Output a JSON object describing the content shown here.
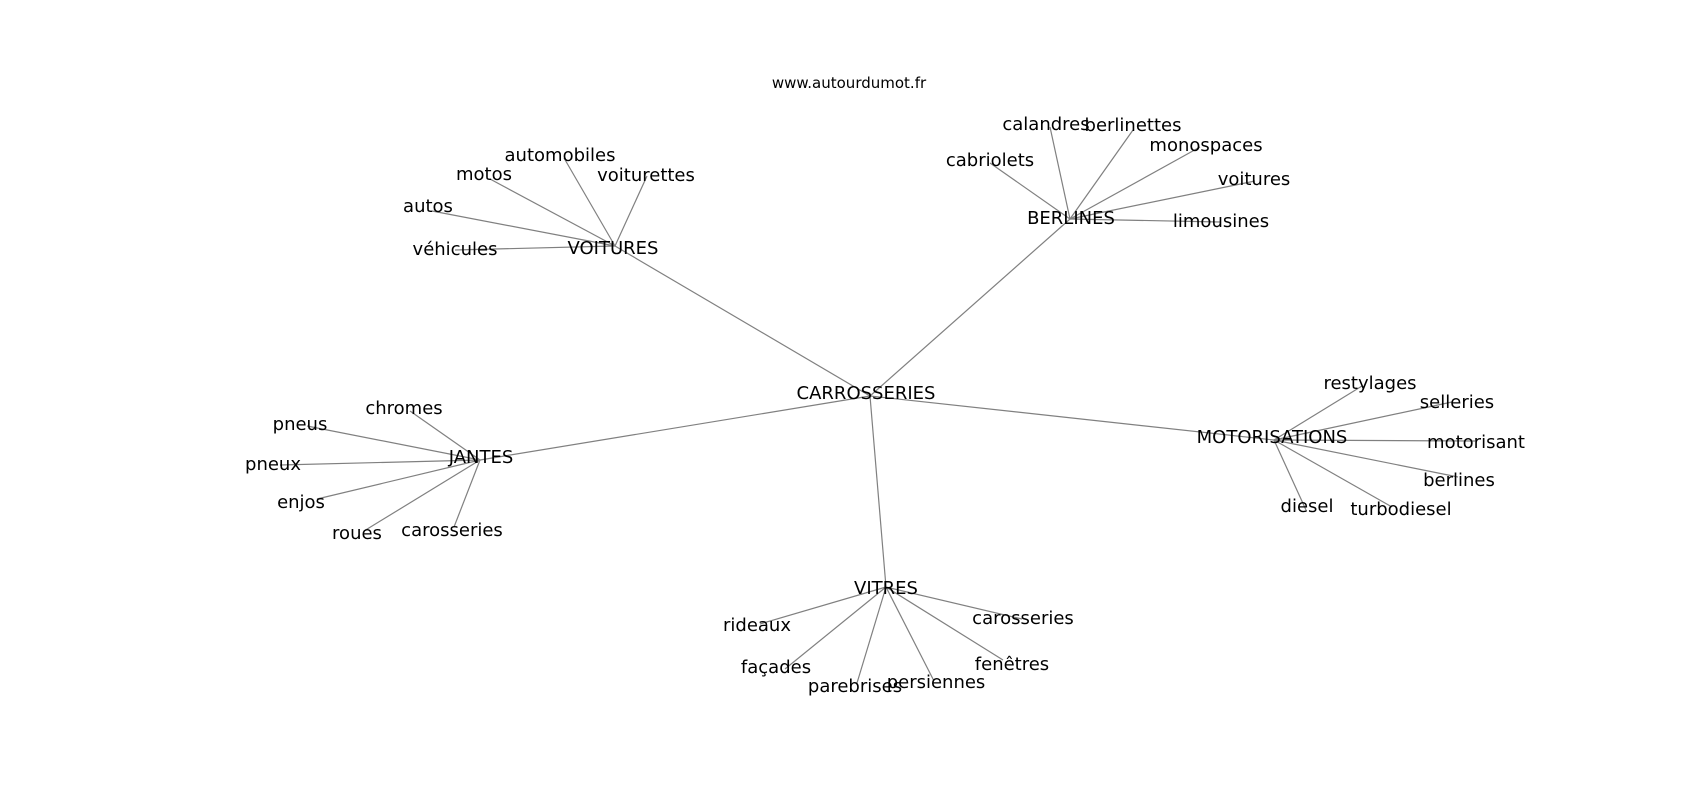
{
  "source": "www.autourdumot.fr",
  "root": "CARROSSERIES",
  "groups": [
    {
      "hub": "VOITURES",
      "leaves": [
        "véhicules",
        "autos",
        "motos",
        "automobiles",
        "voiturettes"
      ]
    },
    {
      "hub": "BERLINES",
      "leaves": [
        "cabriolets",
        "calandres",
        "berlinettes",
        "monospaces",
        "voitures",
        "limousines"
      ]
    },
    {
      "hub": "MOTORISATIONS",
      "leaves": [
        "restylages",
        "selleries",
        "motorisant",
        "berlines",
        "turbodiesel",
        "diesel"
      ]
    },
    {
      "hub": "VITRES",
      "leaves": [
        "carosseries",
        "fenêtres",
        "persiennes",
        "parebrises",
        "façades",
        "rideaux"
      ]
    },
    {
      "hub": "JANTES",
      "leaves": [
        "chromes",
        "pneus",
        "pneux",
        "enjos",
        "roues",
        "carosseries"
      ]
    }
  ]
}
